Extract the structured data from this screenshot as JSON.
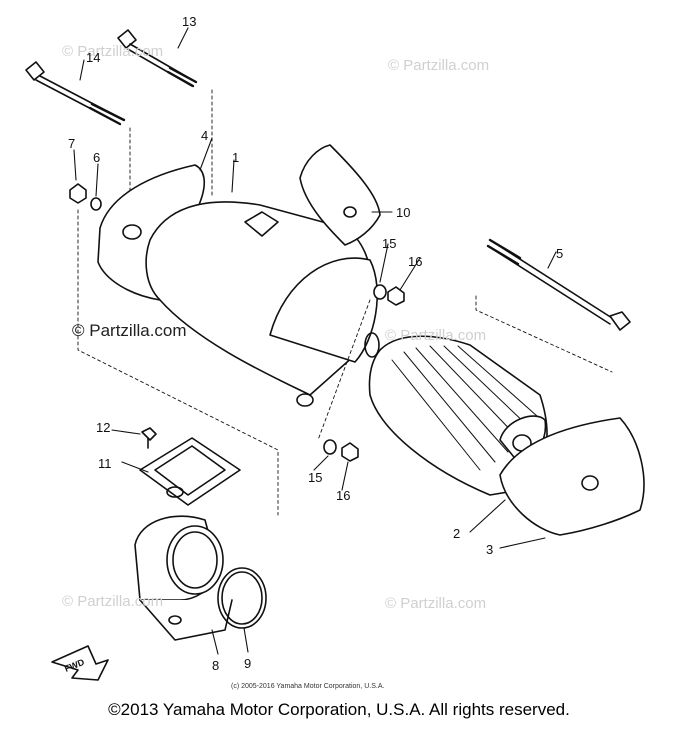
{
  "callouts": {
    "c1": "1",
    "c2": "2",
    "c3": "3",
    "c4": "4",
    "c5": "5",
    "c6": "6",
    "c7": "7",
    "c8": "8",
    "c9": "9",
    "c10": "10",
    "c11": "11",
    "c12": "12",
    "c13": "13",
    "c14": "14",
    "c15a": "15",
    "c15b": "15",
    "c16a": "16",
    "c16b": "16"
  },
  "watermarks": {
    "wm1": "© Partzilla.com",
    "wm2": "© Partzilla.com",
    "wm3": "© Partzilla.com",
    "wm4": "© Partzilla.com",
    "wm5": "© Partzilla.com",
    "wm6": "© Partzilla.com"
  },
  "fwd_label": "FWD",
  "small_copyright": "(c) 2005-2016 Yamaha Motor Corporation, U.S.A.",
  "footer_copyright": "©2013 Yamaha Motor Corporation, U.S.A. All rights reserved."
}
